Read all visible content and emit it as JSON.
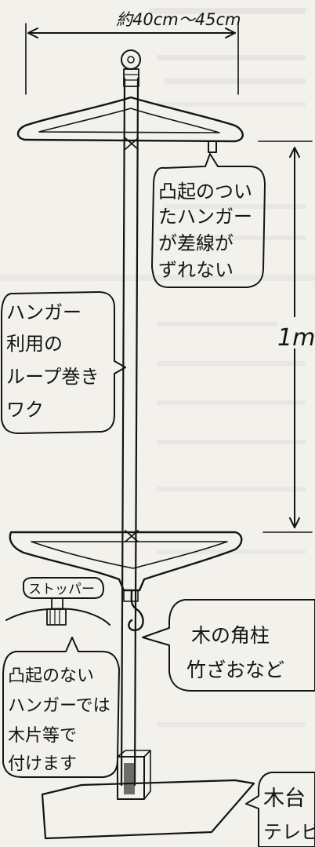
{
  "dimension_top": "約40cm～45cm",
  "dimension_side": "1m",
  "callout_hanger": [
    "凸起のつい",
    "たハンガー",
    "が差線が",
    "ずれない"
  ],
  "callout_loop": [
    "ハンガー",
    "利用の",
    "ループ巻き",
    "ワク"
  ],
  "stopper_label": "ストッパー",
  "callout_no_bump": [
    "凸起のない",
    "ハンガーでは",
    "木片等で",
    "付けます"
  ],
  "callout_post": [
    "木の角柱",
    "竹ざおなど"
  ],
  "callout_base": [
    "木台",
    "テレビ"
  ]
}
